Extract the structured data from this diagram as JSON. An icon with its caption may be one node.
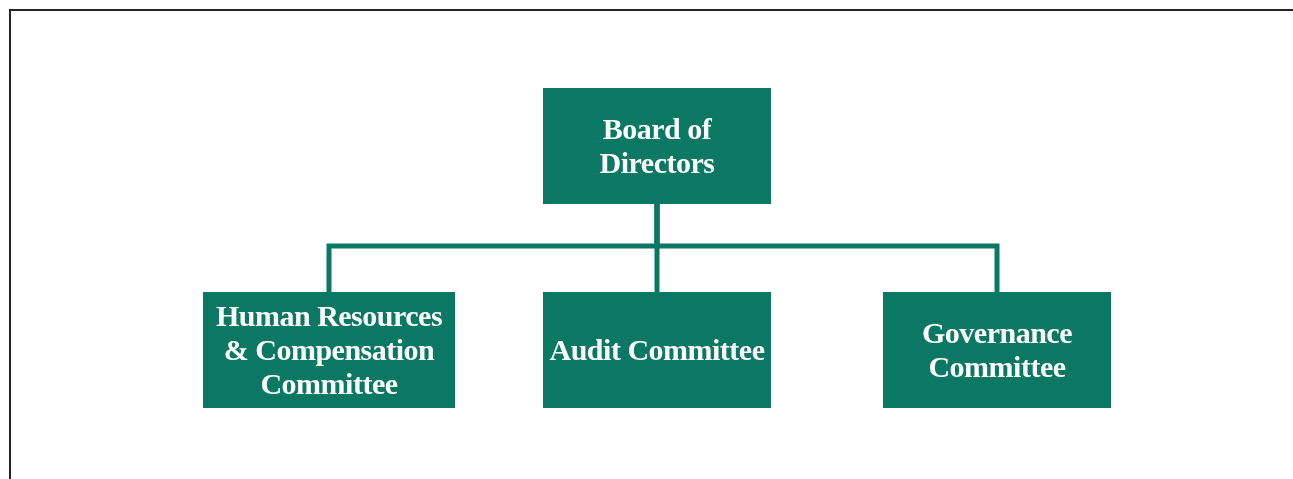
{
  "diagram": {
    "nodes": [
      {
        "text": [
          "Board of Directors"
        ]
      },
      {
        "text": [
          "Human Resources & Compensation Committee"
        ]
      },
      {
        "text": [
          "Audit Committee"
        ]
      },
      {
        "text": [
          "Governance Committee"
        ]
      }
    ],
    "edges": [
      {
        "from": 0,
        "to": 1,
        "arrow": "none"
      },
      {
        "from": 0,
        "to": 2,
        "arrow": "none"
      },
      {
        "from": 0,
        "to": 3,
        "arrow": "none"
      }
    ]
  }
}
